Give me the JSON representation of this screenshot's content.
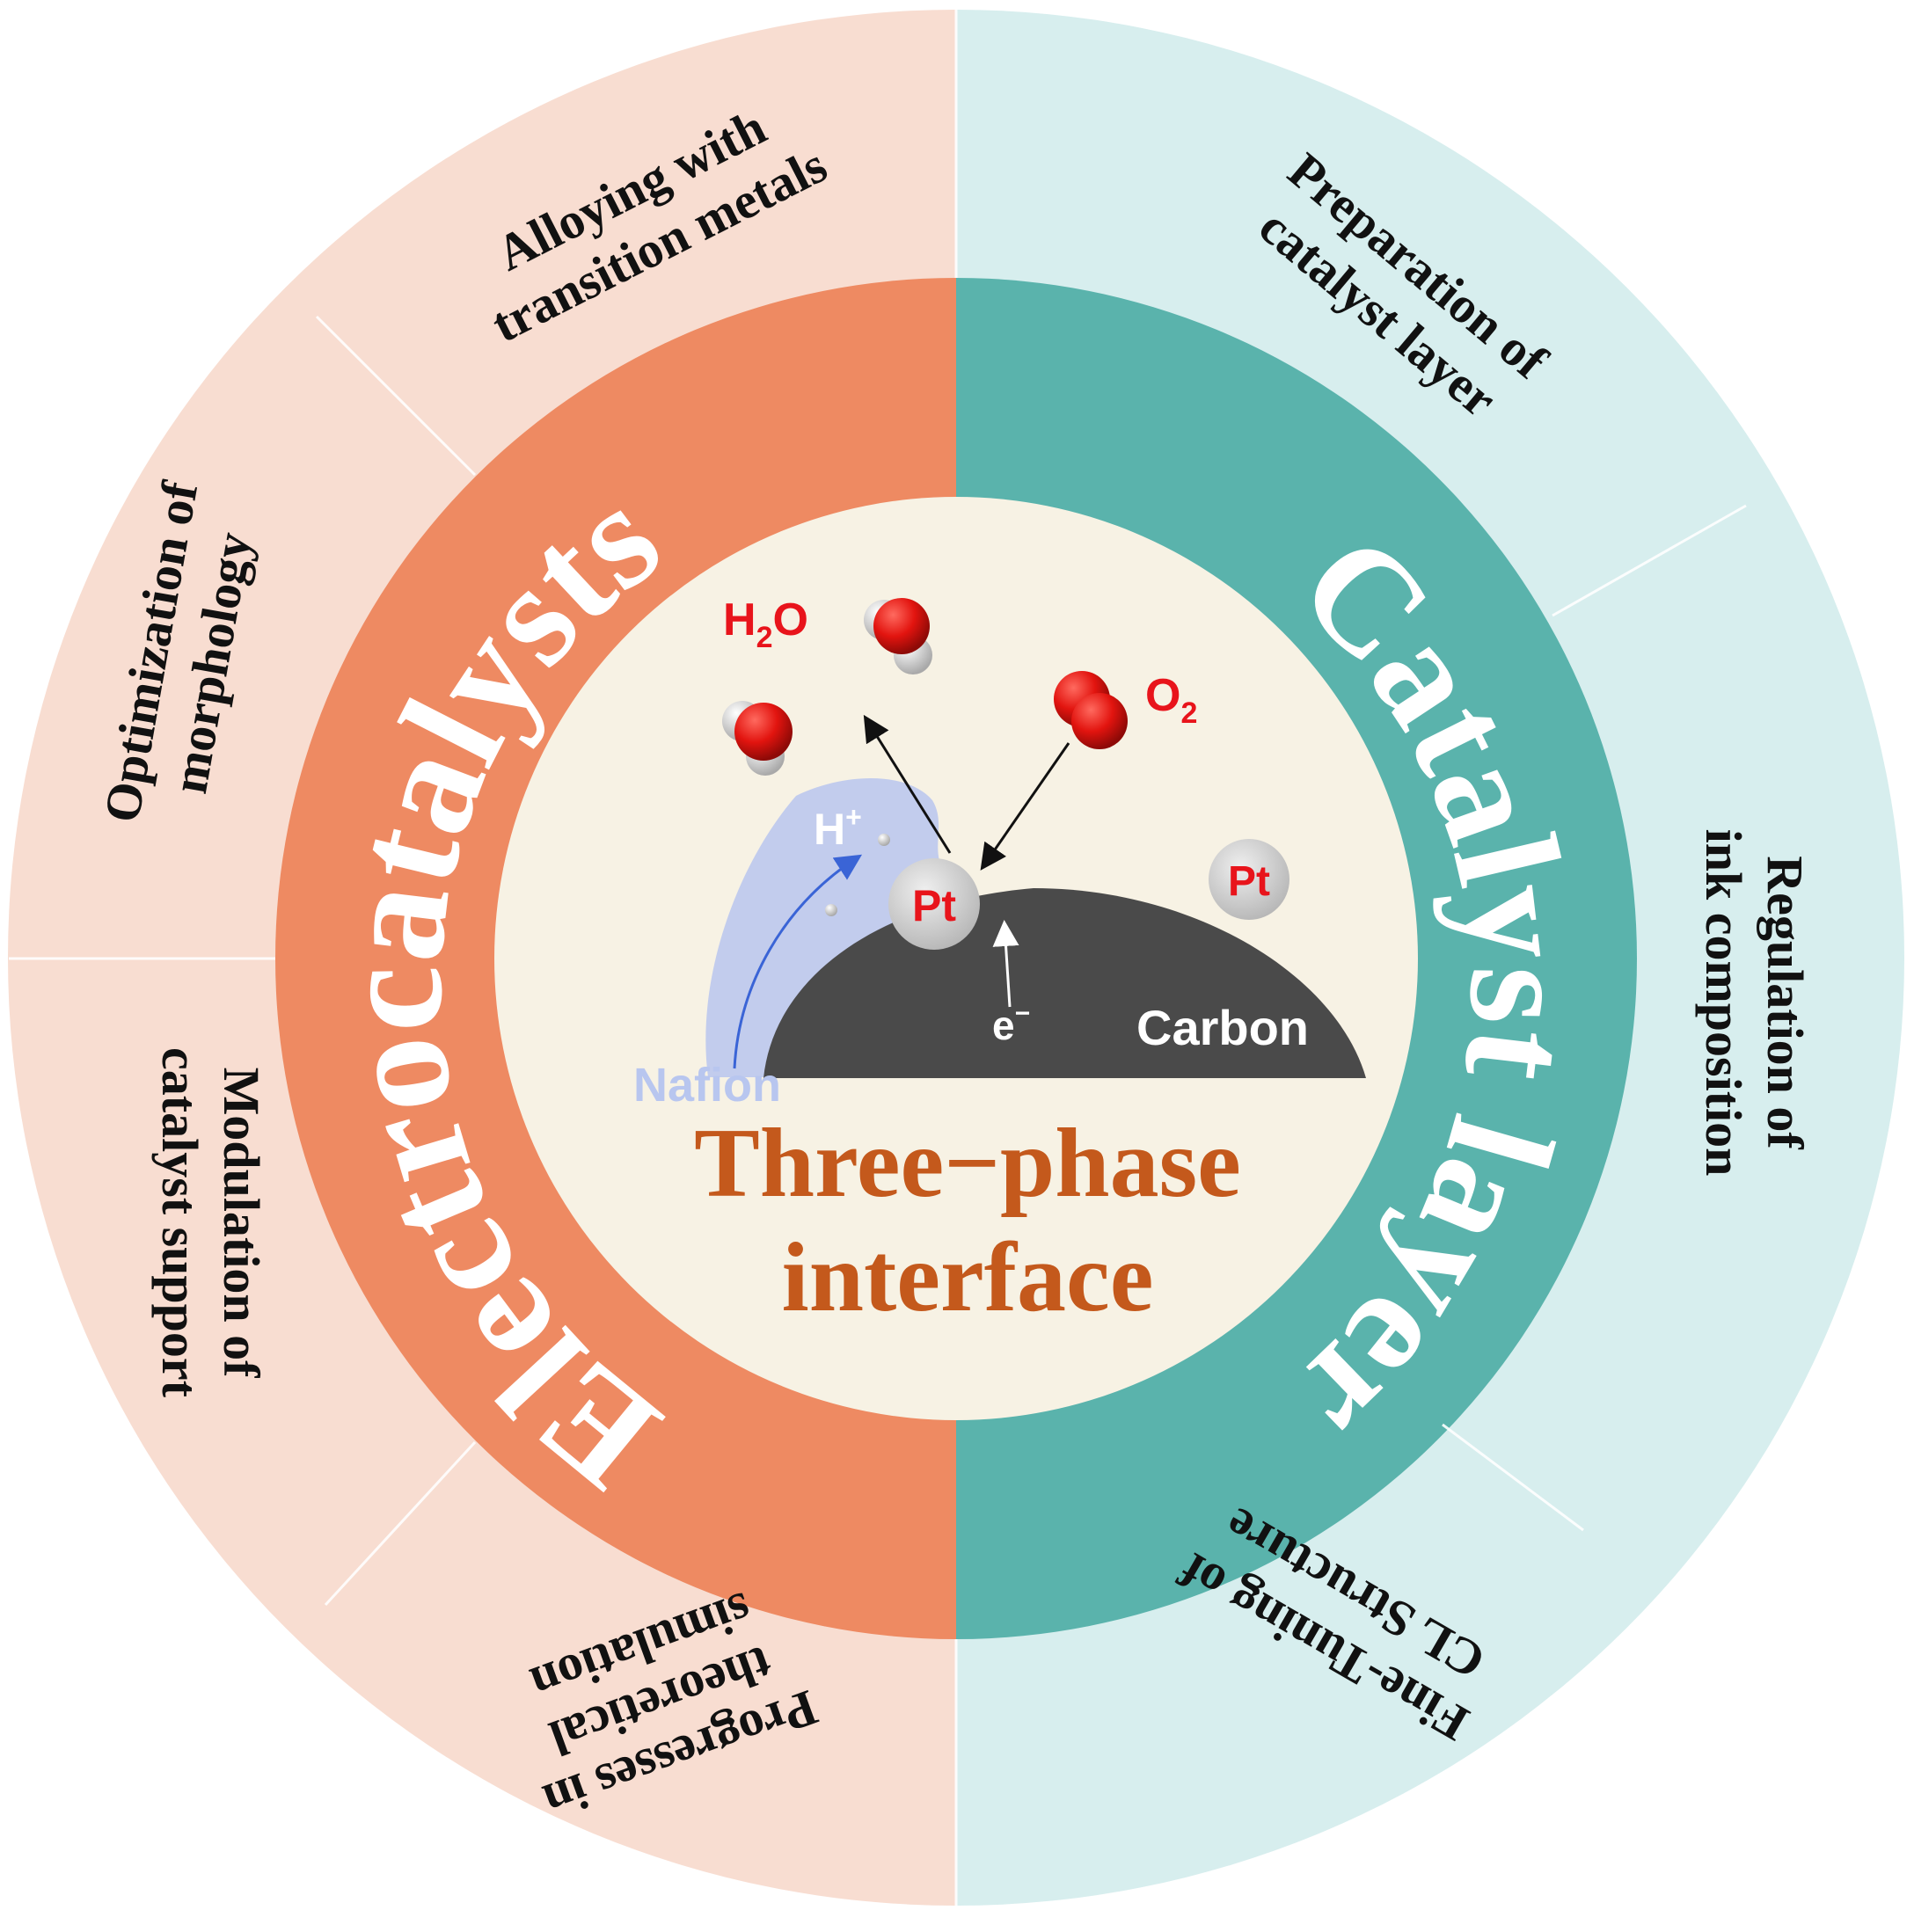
{
  "center": {
    "title_line1": "Three−phase",
    "title_line2": "interface",
    "labels": {
      "water": "H",
      "water_sub": "2",
      "water_tail": "O",
      "oxygen": "O",
      "oxygen_sub": "2",
      "proton": "H",
      "proton_sup": "+",
      "pt_left": "Pt",
      "pt_right": "Pt",
      "electron": "e",
      "electron_sup": "−",
      "carbon": "Carbon",
      "nafion": "Nafion"
    }
  },
  "middle_ring": {
    "left_title": "Electrocatalysts",
    "right_title": "Catalyst layer"
  },
  "outer_ring": {
    "left_items": [
      {
        "lines": [
          "Alloying with",
          "transition metals"
        ]
      },
      {
        "lines": [
          "Optimization of",
          "morphology"
        ]
      },
      {
        "lines": [
          "Modulation of",
          "catalyst support"
        ]
      },
      {
        "lines": [
          "Progresses in",
          "theoretical",
          "simulation"
        ]
      }
    ],
    "right_items": [
      {
        "lines": [
          "Preparation of",
          "catalyst layer"
        ]
      },
      {
        "lines": [
          "Regulation of",
          "ink composition"
        ]
      },
      {
        "lines": [
          "Fine-Tuning of",
          "CL Structure"
        ]
      }
    ]
  },
  "colors": {
    "left_outer": "#f8ddd1",
    "left_middle": "#ee8a62",
    "right_outer": "#d7eeee",
    "right_middle": "#5ab3ac",
    "center": "#f7f2e4",
    "title": "#c4591c",
    "red_label": "#e8141b",
    "carbon": "#4a4a4a",
    "nafion": "#b8c6ef"
  }
}
